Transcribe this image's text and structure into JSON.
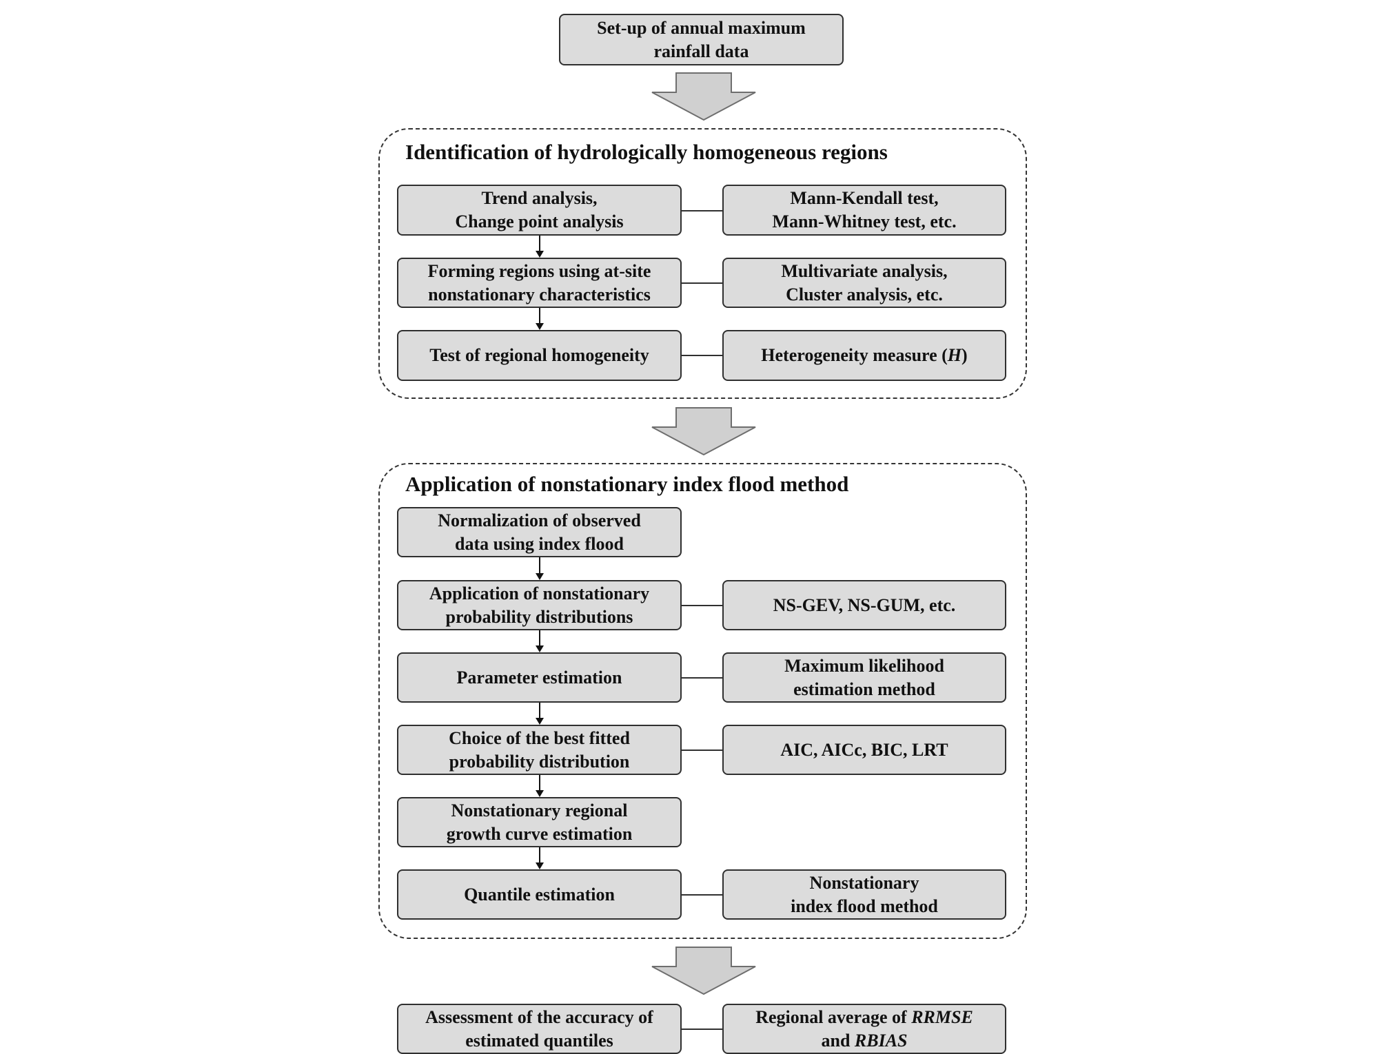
{
  "start": {
    "lines": [
      "Set-up of annual maximum",
      "rainfall data"
    ]
  },
  "section1": {
    "title": "Identification of hydrologically homogeneous regions",
    "steps": [
      {
        "main": [
          "Trend analysis,",
          "Change point analysis"
        ],
        "method": [
          "Mann-Kendall test,",
          "Mann-Whitney test, etc."
        ]
      },
      {
        "main": [
          "Forming regions using at-site",
          "nonstationary characteristics"
        ],
        "method": [
          "Multivariate analysis,",
          "Cluster analysis, etc."
        ]
      },
      {
        "main": [
          "Test of regional homogeneity"
        ],
        "method_prefix": "Heterogeneity measure (",
        "method_italic": "H",
        "method_suffix": ")"
      }
    ]
  },
  "section2": {
    "title": "Application of nonstationary index flood method",
    "steps": [
      {
        "main": [
          "Normalization of observed",
          "data using index flood"
        ]
      },
      {
        "main": [
          "Application of nonstationary",
          "probability distributions"
        ],
        "method": [
          "NS-GEV, NS-GUM, etc."
        ]
      },
      {
        "main": [
          "Parameter estimation"
        ],
        "method": [
          "Maximum likelihood",
          "estimation method"
        ]
      },
      {
        "main": [
          "Choice of the best fitted",
          "probability distribution"
        ],
        "method": [
          "AIC, AICc, BIC, LRT"
        ]
      },
      {
        "main": [
          "Nonstationary regional",
          "growth curve estimation"
        ]
      },
      {
        "main": [
          "Quantile estimation"
        ],
        "method": [
          "Nonstationary",
          "index flood method"
        ]
      }
    ]
  },
  "final": {
    "main": [
      "Assessment of the accuracy of",
      "estimated quantiles"
    ],
    "method_prefix": "Regional average of ",
    "method_italic1": "RRMSE",
    "method_and": "and ",
    "method_italic2": "RBIAS"
  },
  "colors": {
    "box_fill": "#dcdcdc",
    "box_border": "#2f2f2f",
    "arrow_fill": "#d0d0d0",
    "arrow_stroke": "#6e6e6e"
  }
}
